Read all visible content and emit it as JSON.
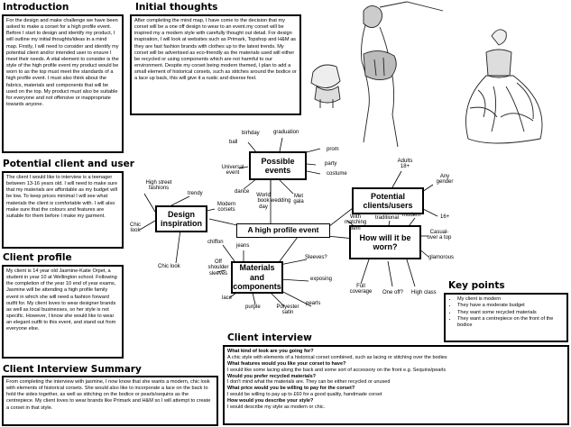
{
  "sections": {
    "introduction": {
      "title": "Introduction",
      "text": "For the design and make challenge we have been asked to make a corset for a high profile event. Before I start to design and identify my product, I will outline my initial thoughts/ideas in a mind map. Firstly, I will need to consider and identify my potential client and/or intended user to ensure I meet their needs. A vital element to consider is the style of the high profile event my product would be worn to as the top must meet the standards of a high profile event. I must also think about the fabrics, materials and components that will be used on the top. My product must also be suitable for everyone and not offensive or inappropriate towards anyone."
    },
    "initial_thoughts": {
      "title": "Initial thoughts",
      "text": "After completing the mind map, I have come to the decision that my corset will be a one off design to wear to an event.my corset will be inspired my a modern style with carefully thought out detail. For design inspiration, I will look at websites such as Primark, Topshop and H&M as they are fast fashion brands with clothes up to the latest trends. My corset will be advertised as eco-friendly as the materials used will either be recycled or using components which are not harmful to our environment. Despite my corset being modern themed, I plan to add a small element of historical corsets, such as stitches around the bodice or a lace up back, this will give it a rustic and diverse feel."
    },
    "potential_client": {
      "title": "Potential client and user",
      "text": "The client I would like to interview is a teenager between 13-16 years old. I will need to make sure that my materials are affordable as my budget will be low. To keep prices minimal I will see what materials the client is comfortable with. I will also make sure that the colours and features are suitable for them before I make my garment."
    },
    "client_profile": {
      "title": "Client profile",
      "text": "My client is 14 year old Jasmine-Katie Orpet, a student in year 10 at Wellington school. Following the completion of the year 10 end of year exams, Jasmine will be attending a high profile family event in which she will need a fashion forward outfit for. My client loves to wear designer brands as well as local businesses, so her style is not specific. However, I know she would like to wear an elegant outfit to this event, and stand out from everyone else."
    },
    "interview_summary": {
      "title": "Client Interview Summary",
      "text": "From completing the interview with jasmine, I now know that she wants a modern, chic look with elements of historical corsets. She would also like to incorporate a lace on the back to hold the sides together, as well as stitching on the bodice or pearls/sequins as the centrepiece. My client loves to wear brands like Primark and H&M so I will attempt to create a corset in that style."
    },
    "key_points": {
      "title": "Key points",
      "items": [
        "My client is modern",
        "They have a moderate budget",
        "They want some recycled materials",
        "They want a centrepiece on the front of the bodice"
      ]
    },
    "client_interview": {
      "title": "Client interview",
      "qa": [
        {
          "q": "What kind of look are you going for?",
          "a": "A chic style with elements of a historical corset combined, such as lacing or stitching over the bodies"
        },
        {
          "q": "What features would you like your corset to have?",
          "a": "I would like some lacing along the back and some sort of accessory on the front e.g. Sequins/pearls"
        },
        {
          "q": "Would you prefer recycled materials?",
          "a": "I don't mind what the materials are. They can be either recycled or unused"
        },
        {
          "q": "What price would you be willing to pay for the corset?",
          "a": "I would be willing to pay up to £60 for a good quality, handmade corset"
        },
        {
          "q": "How would you describe your style?",
          "a": "I would describe my style as modern or chic."
        }
      ]
    }
  },
  "mindmap": {
    "center": "A high profile event",
    "hubs": {
      "possible_events": "Possible events",
      "potential_clients": "Potential clients/users",
      "design_inspiration": "Design inspiration",
      "materials": "Materials and components",
      "how_worn": "How will it be worn?"
    },
    "events_words": [
      "birhday",
      "graduation",
      "ball",
      "prom",
      "party",
      "costume",
      "Universal event",
      "Met gala",
      "wedding",
      "World book day",
      "dance"
    ],
    "clients_words": [
      "Adults 18+",
      "Any gender",
      "16+"
    ],
    "inspiration_words": [
      "High street fashions",
      "trendy",
      "Modern corsets",
      "Chic look",
      "Chic look"
    ],
    "materials_words": [
      "chiffon",
      "jeans",
      "Sleeves?",
      "Off shoulder sleeves",
      "exposing",
      "lace",
      "purple",
      "Polyester satin",
      "pearls"
    ],
    "worn_words": [
      "With matching item",
      "traditional",
      "modern",
      "Casual- over a top",
      "glamorous",
      "Full coverage",
      "One off?",
      "High class"
    ]
  }
}
